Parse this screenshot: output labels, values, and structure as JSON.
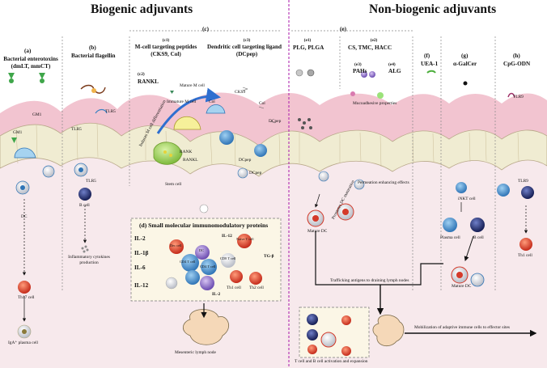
{
  "headers": {
    "biogenic": "Biogenic adjuvants",
    "non_biogenic": "Non-biogenic adjuvants"
  },
  "panels": {
    "a": {
      "letter": "(a)",
      "title_line1": "Bacterial enterotoxins",
      "title_line2": "(dmLT, mmCT)",
      "gm1_a": "GM1",
      "gm1_b": "GM1",
      "dc": "DC",
      "th17": "Th17 cell",
      "iga": "IgA⁺ plasma cell"
    },
    "b": {
      "letter": "(b)",
      "title": "Bacterial flagellin",
      "tlr5_a": "TLR5",
      "tlr5_b": "TLR5",
      "tlr5_c": "TLR5",
      "bcell": "B cell",
      "cytokines_line1": "Inflammatory cytokines",
      "cytokines_line2": "production"
    },
    "c": {
      "letter": "(c)",
      "c1_line1": "(c1)",
      "c1_line2": "M-cell targeting peptides",
      "c1_line3": "(CKS9, Col)",
      "c2": "(c2)",
      "c2_label": "RANKL",
      "c3_line1": "(c3)",
      "c3_line2": "Dendritic cell targeting ligand",
      "c3_line3": "(DCpep)",
      "mature_m": "Mature M cell",
      "immature_m": "Immature M cell",
      "induce": "Induces M cell differentiation",
      "col_a": "Col",
      "col_b": "Col",
      "cks9": "CKS9",
      "dcpep_a": "DCpep",
      "dcpep_b": "DCpep",
      "dcpep_c": "DCpep",
      "rank": "RANK",
      "rankl": "RANKL",
      "stem": "Stem cell"
    },
    "d": {
      "title": "(d)  Small molecular immunomodulatory proteins",
      "il2_top": "IL-2",
      "il1b": "IL-1β",
      "il6": "IL-6",
      "il12_left": "IL-12",
      "il12_top": "IL-12",
      "il2_bottom": "IL-2",
      "tgfb": "TG-β",
      "dec": "Dec cell",
      "cd4_a": "CD4 T cell",
      "cd4_b": "CD4 T cell",
      "cd8": "CD8 T cell",
      "dc": "DC",
      "naive": "Naive T cell",
      "th1": "Th1 cell",
      "th2": "Th2 cell"
    },
    "lymph": {
      "label": "Mesenteric lymph node"
    },
    "e": {
      "letter": "(e)",
      "e1_line1": "(e1)",
      "e1_line2": "PLG, PLGA",
      "e2_line1": "(e2)",
      "e2_line2": "CS, TMC, HACC",
      "e3_line1": "(e3)",
      "e3_line2": "PAHs",
      "e4_line1": "(e4)",
      "e4_line2": "ALG",
      "mucoadhesive": "Mucoadhesive properties",
      "permeation": "Permeation enhancing effects",
      "promotes": "Promotes DC maturation",
      "mature_dc": "Mature DC",
      "trafficking": "Trafficking antigens to draining lymph nodes",
      "tb_activation": "T cell and B cell activation and expansion",
      "mobilization": "Mobilization of adaptive immune cells to effector sites"
    },
    "f": {
      "letter": "(f)",
      "label": "UEA-1"
    },
    "g": {
      "letter": "(g)",
      "label": "α-GalCer",
      "inkt": "iNKT cell",
      "plasma": "Plasma cell",
      "bcell": "B cell",
      "mature_dc": "Mature DC"
    },
    "h": {
      "letter": "(h)",
      "label": "CpG-ODN",
      "tlr9_a": "TLR9",
      "tlr9_b": "TLR9",
      "th1": "Th1 cell"
    }
  },
  "colors": {
    "mucus": "#f3c4d2",
    "lamina": "#f8e6ea",
    "epithelium": "#f0ecd6",
    "divider": "#b02ab0",
    "dc_blue": "#3a82c4",
    "bcell_navy": "#1f2a66",
    "th_red": "#d43a2a",
    "green": "#4cae3c"
  }
}
